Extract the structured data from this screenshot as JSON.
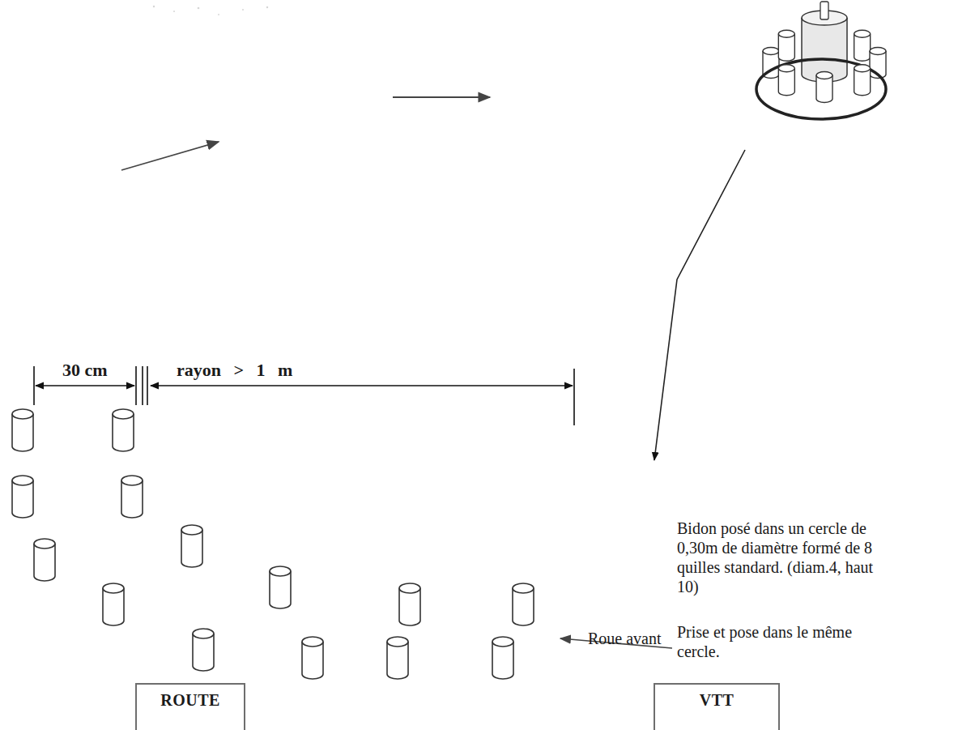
{
  "diagram": {
    "nodes": [
      {
        "text": [
          "ROUTE"
        ]
      },
      {
        "text": [
          "VTT"
        ]
      }
    ],
    "labels": [
      "30 cm",
      "rayon > 1 m",
      "Bidon posé dans un cercle de 0,30m de diamètre formé de 8 quilles standard. (diam.4, haut 10)",
      "Prise et pose dans le même cercle.",
      "Roue avant"
    ]
  }
}
